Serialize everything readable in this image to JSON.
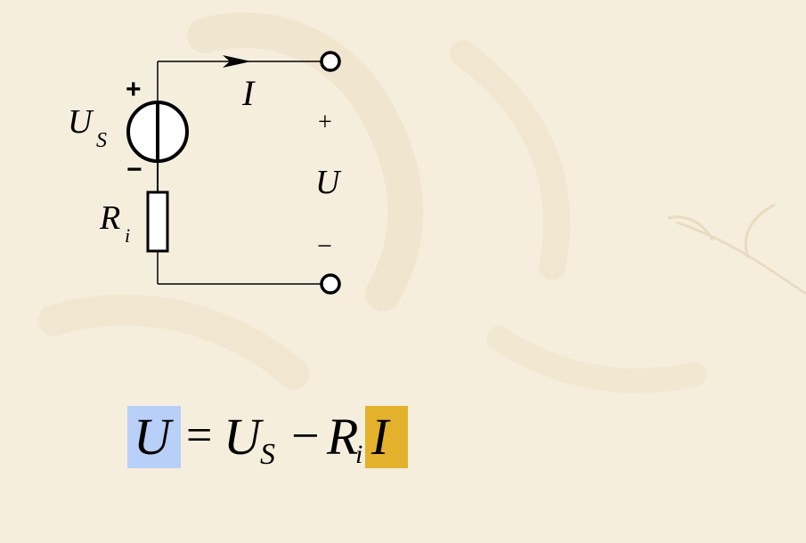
{
  "circuit": {
    "source_label": "U",
    "source_subscript": "S",
    "source_plus": "+",
    "source_minus": "−",
    "resistor_label": "R",
    "resistor_subscript": "i",
    "current_label": "I",
    "terminal_plus": "+",
    "terminal_voltage": "U",
    "terminal_minus": "−"
  },
  "equation": {
    "lhs": "U",
    "equals": "=",
    "us_main": "U",
    "us_sub": "S",
    "minus": "−",
    "r_main": "R",
    "r_sub": "i",
    "i_main": "I"
  },
  "colors": {
    "background": "#f6eedd",
    "highlight_u": "#b8cff7",
    "highlight_i": "#e3b12b"
  }
}
